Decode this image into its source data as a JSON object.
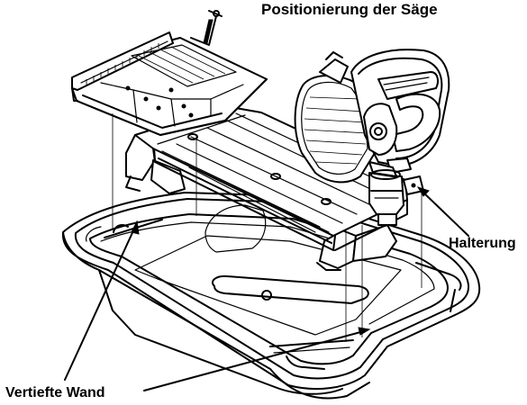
{
  "diagram": {
    "title": "Positionierung der Säge",
    "labels": {
      "mount": "Halterung",
      "recessed_wall": "Vertiefte Wand"
    }
  }
}
